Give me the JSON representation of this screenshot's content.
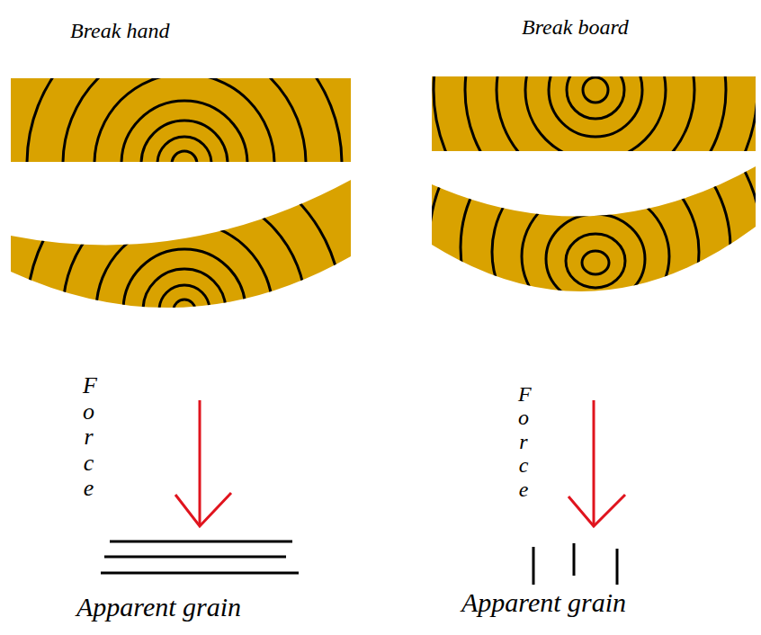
{
  "diagram": {
    "labels": [
      "Break hand",
      "Break board",
      "Force",
      "Force",
      "Apparent grain",
      "Apparent grain"
    ]
  }
}
